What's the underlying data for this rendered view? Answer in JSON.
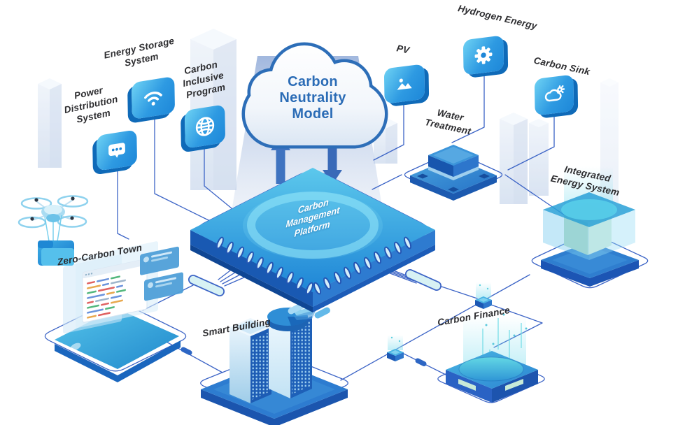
{
  "title": "Carbon Neutrality Model",
  "cloud": {
    "label": "Carbon\nNeutrality\nModel"
  },
  "platform": {
    "label": "Carbon\nManagement\nPlatform"
  },
  "modules": {
    "power_distribution": {
      "label": "Power\nDistribution\nSystem",
      "icon": "chat-bubble"
    },
    "energy_storage": {
      "label": "Energy Storage\nSystem",
      "icon": "wifi"
    },
    "carbon_inclusive": {
      "label": "Carbon\nInclusive\nProgram",
      "icon": "globe"
    },
    "pv": {
      "label": "PV",
      "icon": "photo"
    },
    "hydrogen_energy": {
      "label": "Hydrogen Energy",
      "icon": "gear"
    },
    "carbon_sink": {
      "label": "Carbon Sink",
      "icon": "cloud-sun"
    }
  },
  "facilities": {
    "water_treatment": {
      "label": "Water\nTreatment"
    },
    "integrated_energy_system": {
      "label": "Integrated\nEnergy System"
    },
    "zero_carbon_town": {
      "label": "Zero-Carbon Town"
    },
    "smart_building": {
      "label": "Smart Building"
    },
    "carbon_finance": {
      "label": "Carbon Finance"
    }
  },
  "colors": {
    "cloud_text": "#2b6cb6",
    "cloud_outline": "#2d6eb8",
    "line_blue": "#3c64c6",
    "deep_blue": "#1a5ab2",
    "tile_gradient_start": "#6ed2f4",
    "tile_gradient_end": "#1d87d8",
    "label_text": "#2d2d30"
  }
}
